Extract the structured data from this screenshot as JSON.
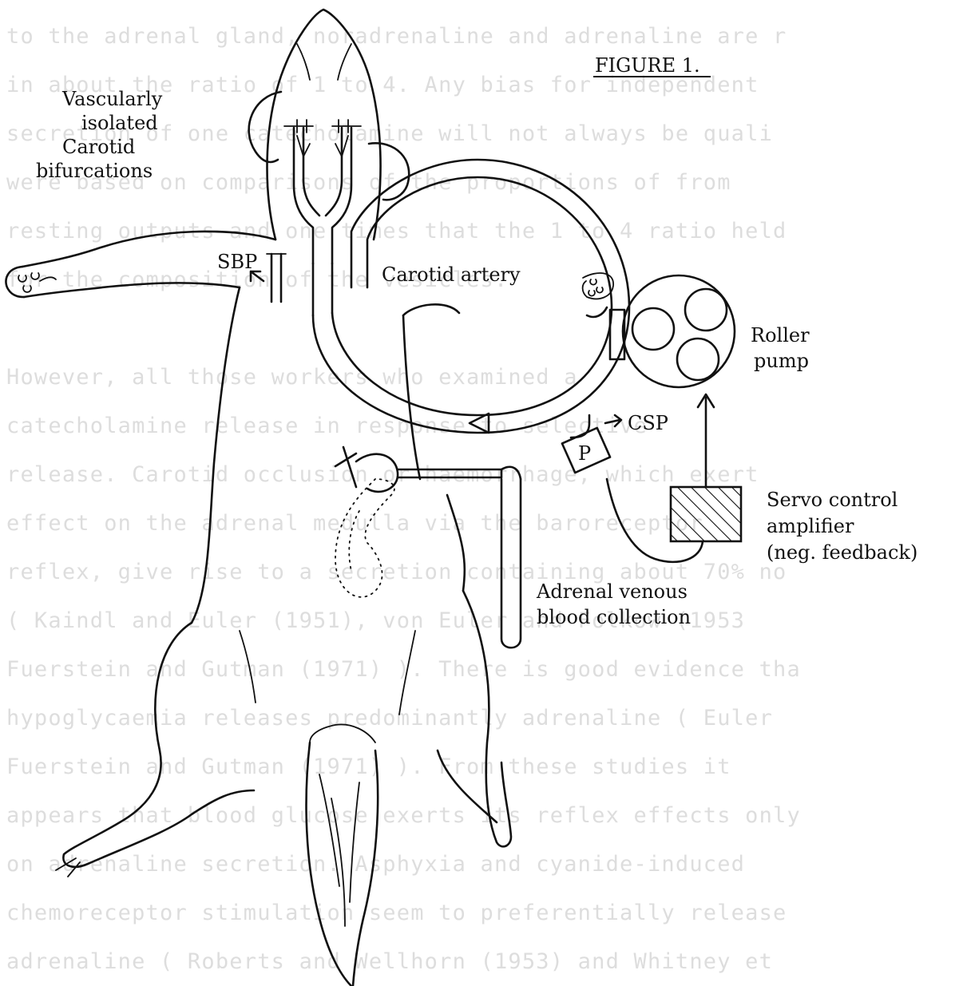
{
  "bleed_through_lines": [
    "to the adrenal gland, noradrenaline and adrenaline are r",
    "in about the ratio of 1 to 4. Any bias for independent",
    "secretion of one catecholamine will not always be quali",
    "were based on comparisons of the proportions of from",
    "resting outputs and one times that the 1 to 4 ratio held",
    "for the composition of the vesicles.",
    "",
    "However, all those workers who examined a",
    "catecholamine release in response to selective",
    "release. Carotid occlusion or haemorrhage, which exert",
    "effect on the adrenal medulla via the baroreceptor",
    "reflex, give rise to a secretion containing about 70% no",
    "( Kaindl and Euler (1951), von Euler and Folkow (1953",
    "Fuerstein and Gutman (1971) ). There is good evidence tha",
    "hypoglycaemia releases predominantly adrenaline ( Euler",
    "Fuerstein and Gutman (1971) ). From these studies it",
    "appears that blood glucose exerts its reflex effects only",
    "on adrenaline secretion. Asphyxia and cyanide-induced",
    "chemoreceptor stimulation seem to preferentially release",
    "adrenaline ( Roberts and Wellhorn (1953) and Whitney et"
  ],
  "figure": {
    "title": "FIGURE 1.",
    "labels": {
      "vascularly_isolated": [
        "Vascularly",
        "isolated",
        "Carotid",
        "bifurcations"
      ],
      "sbp": "SBP",
      "carotid_artery": "Carotid artery",
      "roller_pump": [
        "Roller",
        "pump"
      ],
      "csp": "CSP",
      "pressure_transducer": "P",
      "servo_control": [
        "Servo control",
        "amplifier",
        "(neg. feedback)"
      ],
      "adrenal_collection": [
        "Adrenal venous",
        "blood collection"
      ]
    }
  },
  "colors": {
    "ink": "#111111",
    "bleed": "#c2c2c2",
    "paper": "#ffffff"
  }
}
